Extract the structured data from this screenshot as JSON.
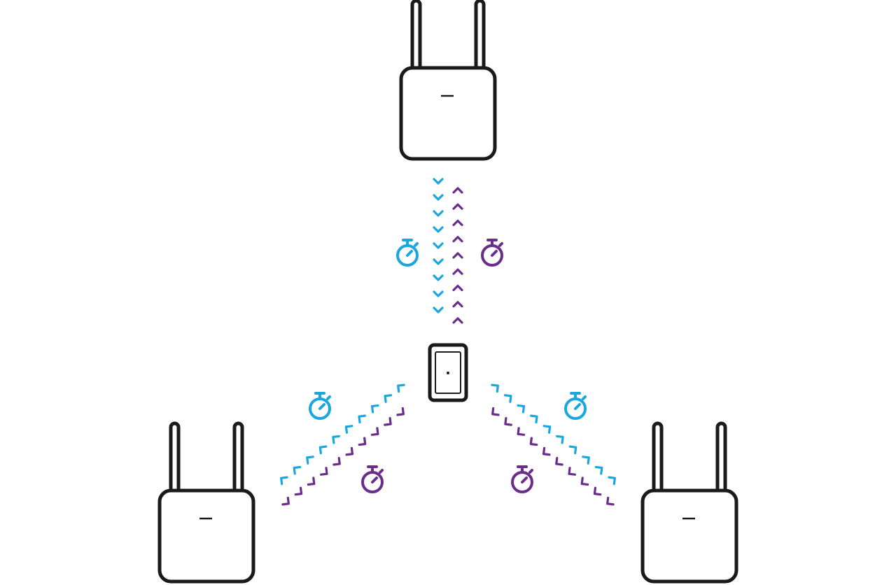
{
  "colors": {
    "outline": "#1a1a1a",
    "downlink": "#1aa7e0",
    "uplink": "#6b2d8c",
    "background": "#ffffff"
  },
  "icons": {
    "router": "router-icon",
    "tag": "tag-icon",
    "stopwatch": "stopwatch-icon",
    "chevron": "chevron-icon"
  },
  "routers": [
    {
      "id": "top"
    },
    {
      "id": "bottom-left"
    },
    {
      "id": "bottom-right"
    }
  ],
  "tag": {
    "id": "center"
  },
  "links": [
    {
      "router": "top",
      "downlink_chevrons": 9,
      "uplink_chevrons": 9
    },
    {
      "router": "bottom-left",
      "downlink_chevrons": 10,
      "uplink_chevrons": 10
    },
    {
      "router": "bottom-right",
      "downlink_chevrons": 10,
      "uplink_chevrons": 10
    }
  ]
}
